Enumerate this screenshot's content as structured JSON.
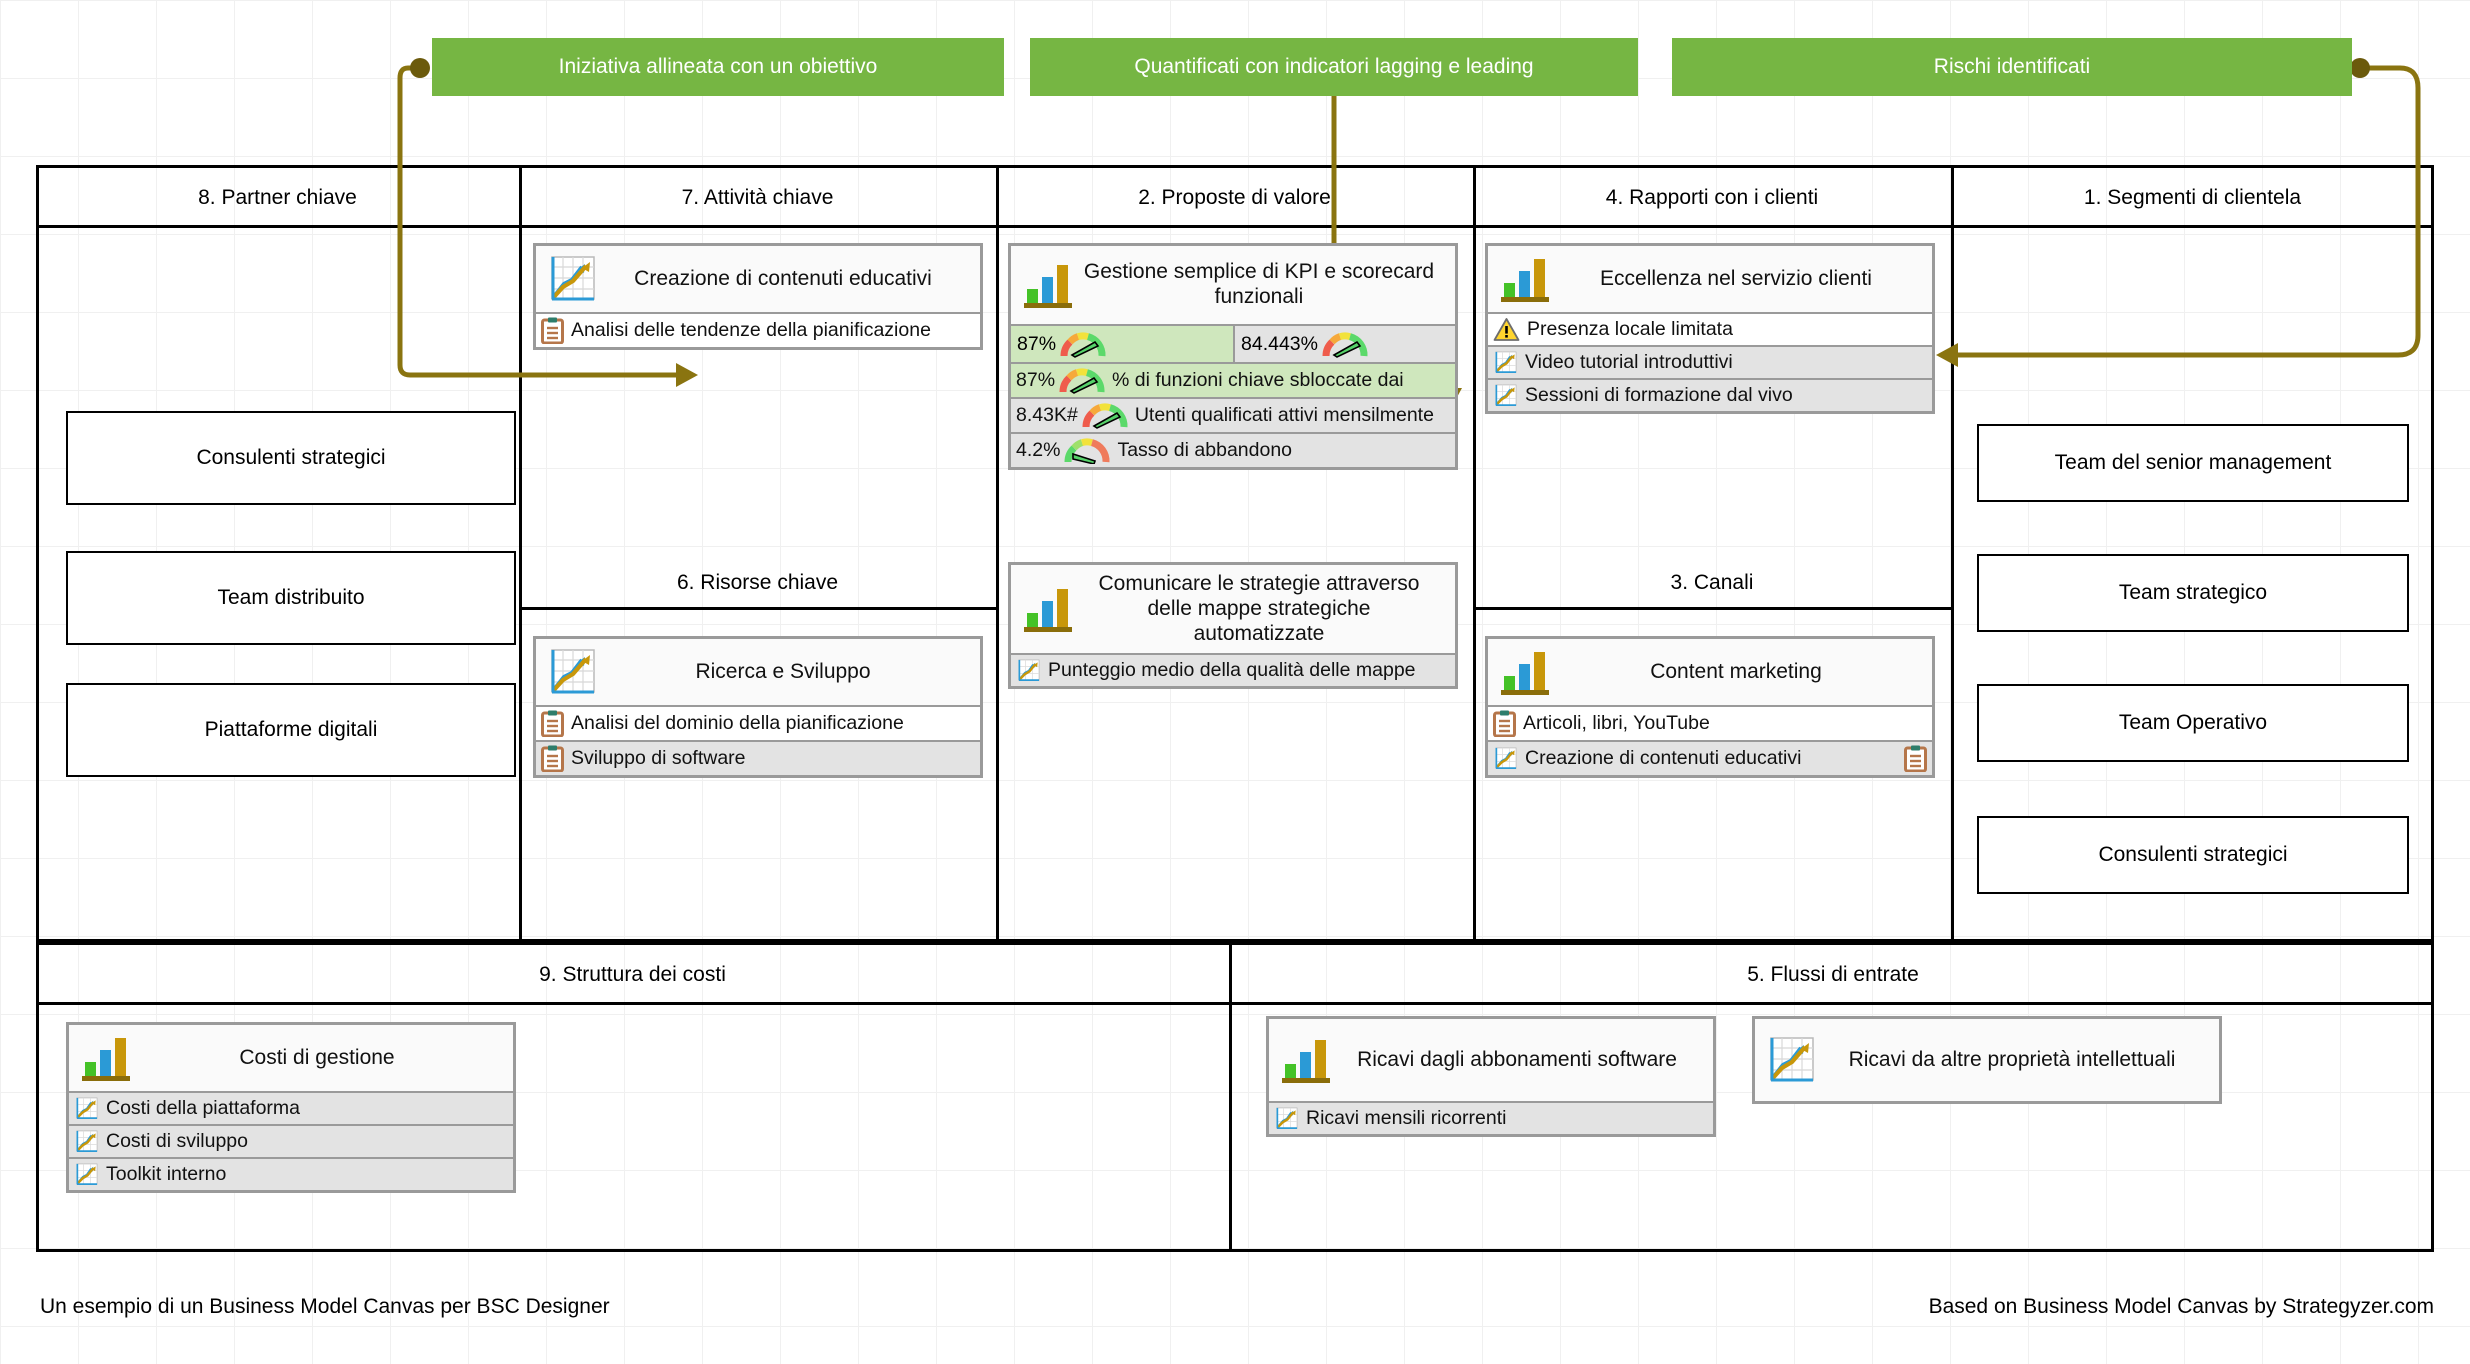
{
  "banners": [
    {
      "id": "b1",
      "label": "Iniziativa allineata con un obiettivo"
    },
    {
      "id": "b2",
      "label": "Quantificati con indicatori lagging e leading"
    },
    {
      "id": "b3",
      "label": "Rischi identificati"
    }
  ],
  "colors": {
    "banner_green": "#76b643",
    "connector": "#8a7410",
    "row_green": "#cfe7bd",
    "row_grey": "#e3e3e3",
    "card_border": "#9a9a9a",
    "bar_green": "#44c227",
    "bar_blue": "#2b9ad6",
    "bar_gold": "#c8970a",
    "clipboard": "#b5764a",
    "warning_yellow": "#ffd52e"
  },
  "columns": [
    {
      "key": "partners",
      "header": "8. Partner chiave"
    },
    {
      "key": "activities",
      "header": "7. Attività chiave"
    },
    {
      "key": "value",
      "header": "2. Proposte di valore"
    },
    {
      "key": "relations",
      "header": "4. Rapporti con i clienti"
    },
    {
      "key": "segments",
      "header": "1. Segmenti di clientela"
    }
  ],
  "subheaders": [
    {
      "key": "resources",
      "header": "6. Risorse chiave"
    },
    {
      "key": "channels",
      "header": "3. Canali"
    }
  ],
  "bottom_headers": [
    {
      "key": "costs",
      "header": "9. Struttura dei costi"
    },
    {
      "key": "revenue",
      "header": "5. Flussi di entrate"
    }
  ],
  "partners": [
    {
      "label": "Consulenti strategici"
    },
    {
      "label": "Team distribuito"
    },
    {
      "label": "Piattaforme digitali"
    }
  ],
  "segments": [
    {
      "label": "Team del senior management"
    },
    {
      "label": "Team strategico"
    },
    {
      "label": "Team Operativo"
    },
    {
      "label": "Consulenti strategici"
    }
  ],
  "cards": {
    "activities": {
      "icon": "trend-chart-icon",
      "title": "Creazione di contenuti educativi",
      "rows": [
        {
          "icon": "clipboard-icon",
          "text": "Analisi delle tendenze della pianificazione",
          "bg": "white"
        }
      ]
    },
    "resources": {
      "icon": "trend-chart-icon",
      "title": "Ricerca e Sviluppo",
      "rows": [
        {
          "icon": "clipboard-icon",
          "text": "Analisi del dominio della pianificazione",
          "bg": "white"
        },
        {
          "icon": "clipboard-icon",
          "text": "Sviluppo di software",
          "bg": "grey"
        }
      ]
    },
    "value_kpi": {
      "icon": "bar-chart-icon",
      "title": "Gestione semplice di KPI e scorecard funzionali",
      "split_row": [
        {
          "value": "87%",
          "icon": "gauge-high-icon",
          "bg": "green"
        },
        {
          "value": "84.443%",
          "icon": "gauge-high-icon",
          "bg": "grey"
        }
      ],
      "rows": [
        {
          "value": "87%",
          "icon": "gauge-high-icon",
          "text": "% di funzioni chiave sbloccate dai",
          "bg": "green"
        },
        {
          "value": "8.43K#",
          "icon": "gauge-high-icon",
          "text": "Utenti qualificati attivi mensilmente",
          "bg": "grey"
        },
        {
          "value": "4.2%",
          "icon": "gauge-low-icon",
          "text": "Tasso di abbandono",
          "bg": "grey"
        }
      ]
    },
    "value_maps": {
      "icon": "bar-chart-icon",
      "title": "Comunicare le strategie attraverso delle mappe strategiche automatizzate",
      "rows": [
        {
          "icon": "trend-chart-icon",
          "text": "Punteggio medio della qualità delle mappe",
          "bg": "grey"
        }
      ]
    },
    "relations": {
      "icon": "bar-chart-icon",
      "title": "Eccellenza nel servizio clienti",
      "rows": [
        {
          "icon": "warning-icon",
          "text": "Presenza locale limitata",
          "bg": "white"
        },
        {
          "icon": "trend-chart-icon",
          "text": "Video tutorial introduttivi",
          "bg": "grey"
        },
        {
          "icon": "trend-chart-icon",
          "text": "Sessioni di formazione dal vivo",
          "bg": "grey"
        }
      ]
    },
    "channels": {
      "icon": "bar-chart-icon",
      "title": "Content marketing",
      "rows": [
        {
          "icon": "clipboard-icon",
          "text": "Articoli, libri, YouTube",
          "bg": "white"
        },
        {
          "icon": "trend-chart-icon",
          "text": "Creazione di contenuti educativi",
          "bg": "grey",
          "trail": "clipboard-icon"
        }
      ]
    },
    "costs": {
      "icon": "bar-chart-icon",
      "title": "Costi di gestione",
      "rows": [
        {
          "icon": "trend-chart-icon",
          "text": "Costi della piattaforma",
          "bg": "grey"
        },
        {
          "icon": "trend-chart-icon",
          "text": "Costi di sviluppo",
          "bg": "grey"
        },
        {
          "icon": "trend-chart-icon",
          "text": "Toolkit interno",
          "bg": "grey"
        }
      ]
    },
    "revenue_sub": {
      "icon": "bar-chart-icon",
      "title": "Ricavi dagli abbonamenti software",
      "rows": [
        {
          "icon": "trend-chart-icon",
          "text": "Ricavi mensili ricorrenti",
          "bg": "grey"
        }
      ]
    },
    "revenue_ip": {
      "icon": "trend-chart-icon",
      "title": "Ricavi da altre proprietà intellettuali",
      "rows": []
    }
  },
  "footer": {
    "left": "Un esempio di un Business Model Canvas per BSC Designer",
    "right": "Based on Business Model Canvas by Strategyzer.com"
  }
}
